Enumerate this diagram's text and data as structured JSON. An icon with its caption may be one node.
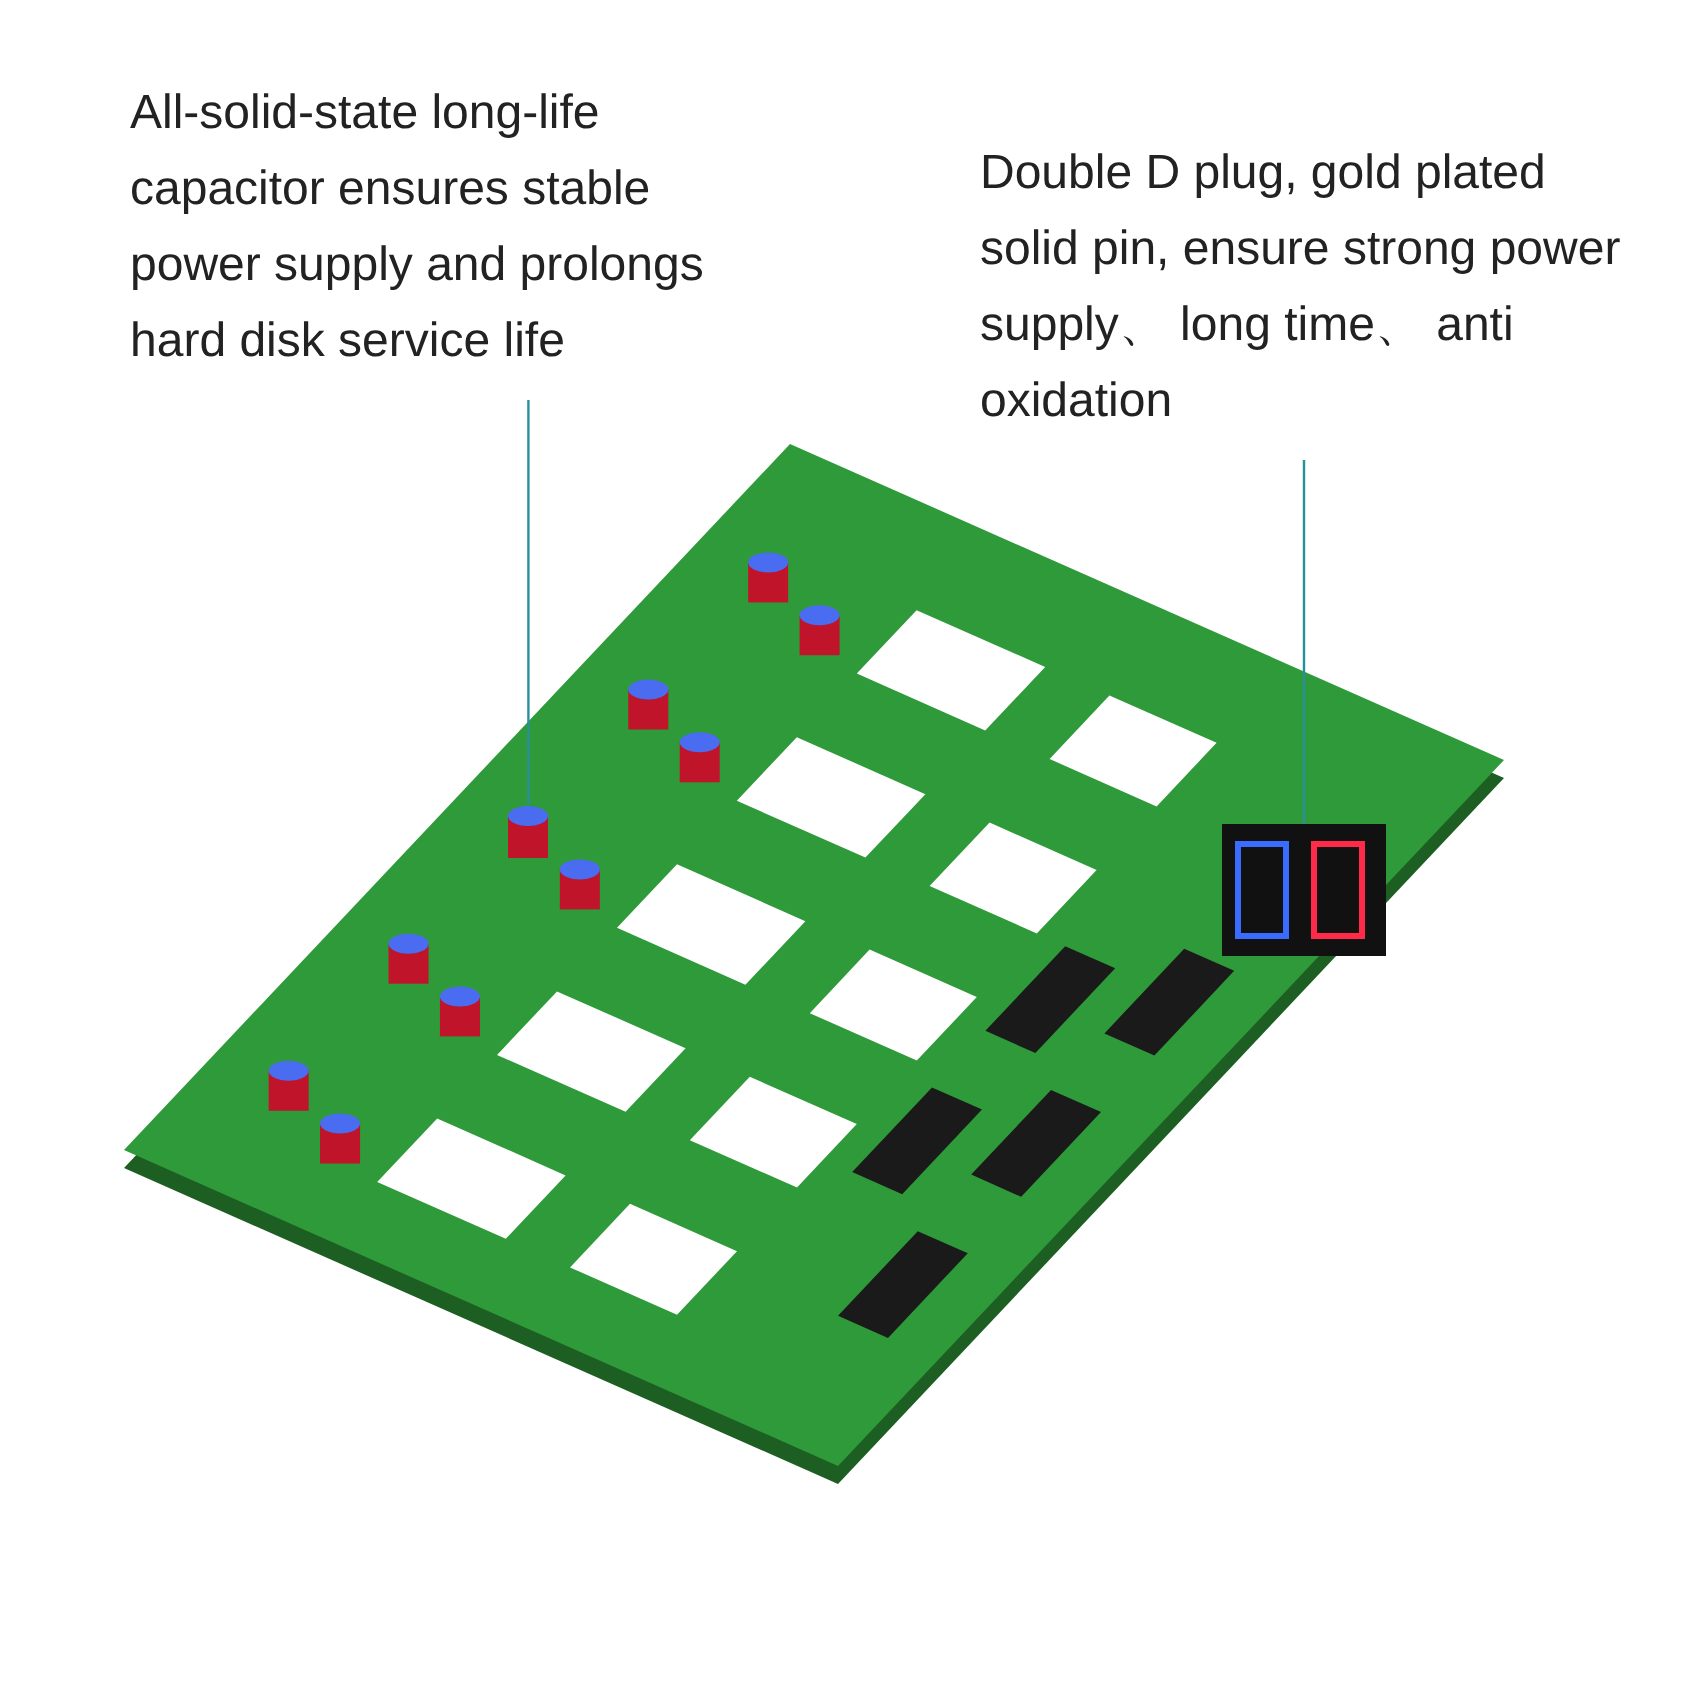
{
  "diagram": {
    "nodes": [
      {
        "text": [
          "All-solid-state long-life capacitor ensures stable power supply and prolongs hard disk service life"
        ]
      },
      {
        "text": [],
        "shape": "cylinder"
      },
      {
        "text": [
          "Double D plug, gold plated solid pin, ensure strong power supply、 long time、 anti oxidation"
        ]
      },
      {
        "text": [],
        "shape": "box"
      }
    ],
    "edges": [
      {
        "from": 0,
        "to": 1,
        "arrow": "none"
      },
      {
        "from": 2,
        "to": 3,
        "arrow": "none"
      }
    ]
  }
}
